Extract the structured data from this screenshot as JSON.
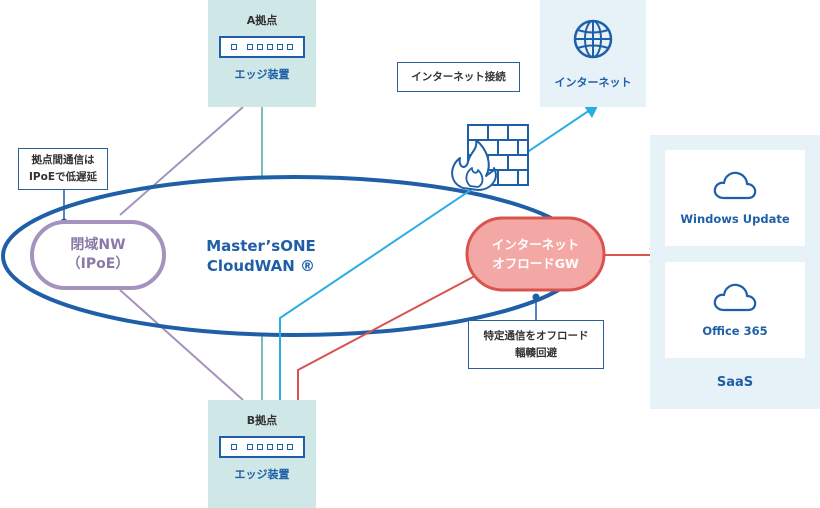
{
  "colors": {
    "wan_blue": "#1f5fa8",
    "closed_purple": "#8a7aa6",
    "internet_cyan": "#28aee0",
    "offload_red": "#d9534f",
    "site_teal": "#cfe8e7",
    "light_panel": "#e6f1f8"
  },
  "site_a": {
    "title": "A拠点",
    "device_label": "エッジ装置"
  },
  "site_b": {
    "title": "B拠点",
    "device_label": "エッジ装置"
  },
  "internet": {
    "label": "インターネット",
    "icon": "globe-icon"
  },
  "internet_connection_label": "インターネット接続",
  "firewall_icon": "firewall-icon",
  "callout_ipoe": {
    "line1": "拠点間通信は",
    "line2": "IPoEで低遅延"
  },
  "closed_network": {
    "line1": "閉域NW",
    "line2": "（IPoE）"
  },
  "wan": {
    "line1": "Master’sONE",
    "line2": "CloudWAN ®"
  },
  "offload_gw": {
    "line1": "インターネット",
    "line2": "オフロードGW"
  },
  "callout_offload": {
    "line1": "特定通信をオフロード",
    "line2": "輻輳回避"
  },
  "saas": {
    "title": "SaaS",
    "services": [
      {
        "name": "Windows Update",
        "icon": "cloud-icon"
      },
      {
        "name": "Office 365",
        "icon": "cloud-icon"
      }
    ]
  }
}
